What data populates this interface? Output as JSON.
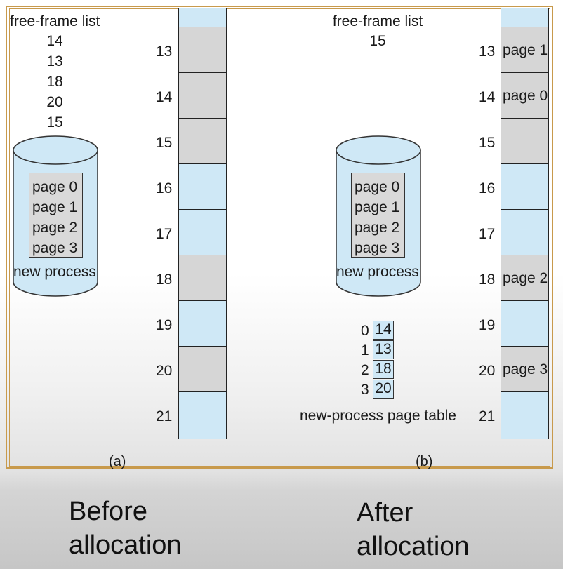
{
  "panel_a": {
    "free_frame_title": "free-frame list",
    "free_frames": [
      "14",
      "13",
      "18",
      "20",
      "15"
    ],
    "pages": [
      "page 0",
      "page 1",
      "page 2",
      "page 3"
    ],
    "process_label": "new process",
    "frame_numbers": [
      "13",
      "14",
      "15",
      "16",
      "17",
      "18",
      "19",
      "20",
      "21"
    ],
    "label": "(a)"
  },
  "panel_b": {
    "free_frame_title": "free-frame list",
    "free_frames": [
      "15"
    ],
    "pages": [
      "page 0",
      "page 1",
      "page 2",
      "page 3"
    ],
    "process_label": "new process",
    "page_table": {
      "indices": [
        "0",
        "1",
        "2",
        "3"
      ],
      "frames": [
        "14",
        "13",
        "18",
        "20"
      ],
      "caption": "new-process page table"
    },
    "frame_numbers": [
      "13",
      "14",
      "15",
      "16",
      "17",
      "18",
      "19",
      "20",
      "21"
    ],
    "frame_contents": {
      "13": "page 1",
      "14": "page 0",
      "18": "page 2",
      "20": "page 3"
    },
    "label": "(b)"
  },
  "captions": {
    "before_line1": "Before",
    "before_line2": "allocation",
    "after_line1": "After",
    "after_line2": "allocation"
  },
  "colors": {
    "free_frame": "#cfe8f6",
    "used_frame": "#d6d6d6",
    "border_accent": "#c89a4c"
  }
}
